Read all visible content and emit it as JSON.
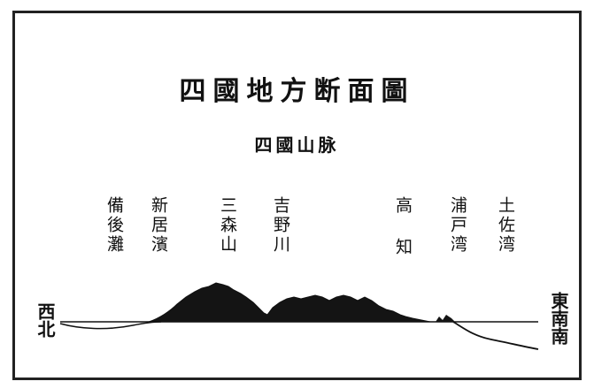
{
  "title": "四國地方断面圖",
  "subtitle": "四國山脉",
  "place_labels": [
    {
      "id": "bingo-nada",
      "text": "備後灘"
    },
    {
      "id": "niihama",
      "text": "新居濱"
    },
    {
      "id": "sanbonmori",
      "text": "三森山"
    },
    {
      "id": "yoshino-river",
      "text": "吉野川"
    },
    {
      "id": "kochi",
      "text": "高 知"
    },
    {
      "id": "urado-bay",
      "text": "浦戸湾"
    },
    {
      "id": "tosa-bay",
      "text": "土佐湾"
    }
  ],
  "direction_left": "西北",
  "direction_right": "東南南",
  "colors": {
    "ink": "#111111",
    "mountain": "#141414",
    "background": "#ffffff"
  }
}
